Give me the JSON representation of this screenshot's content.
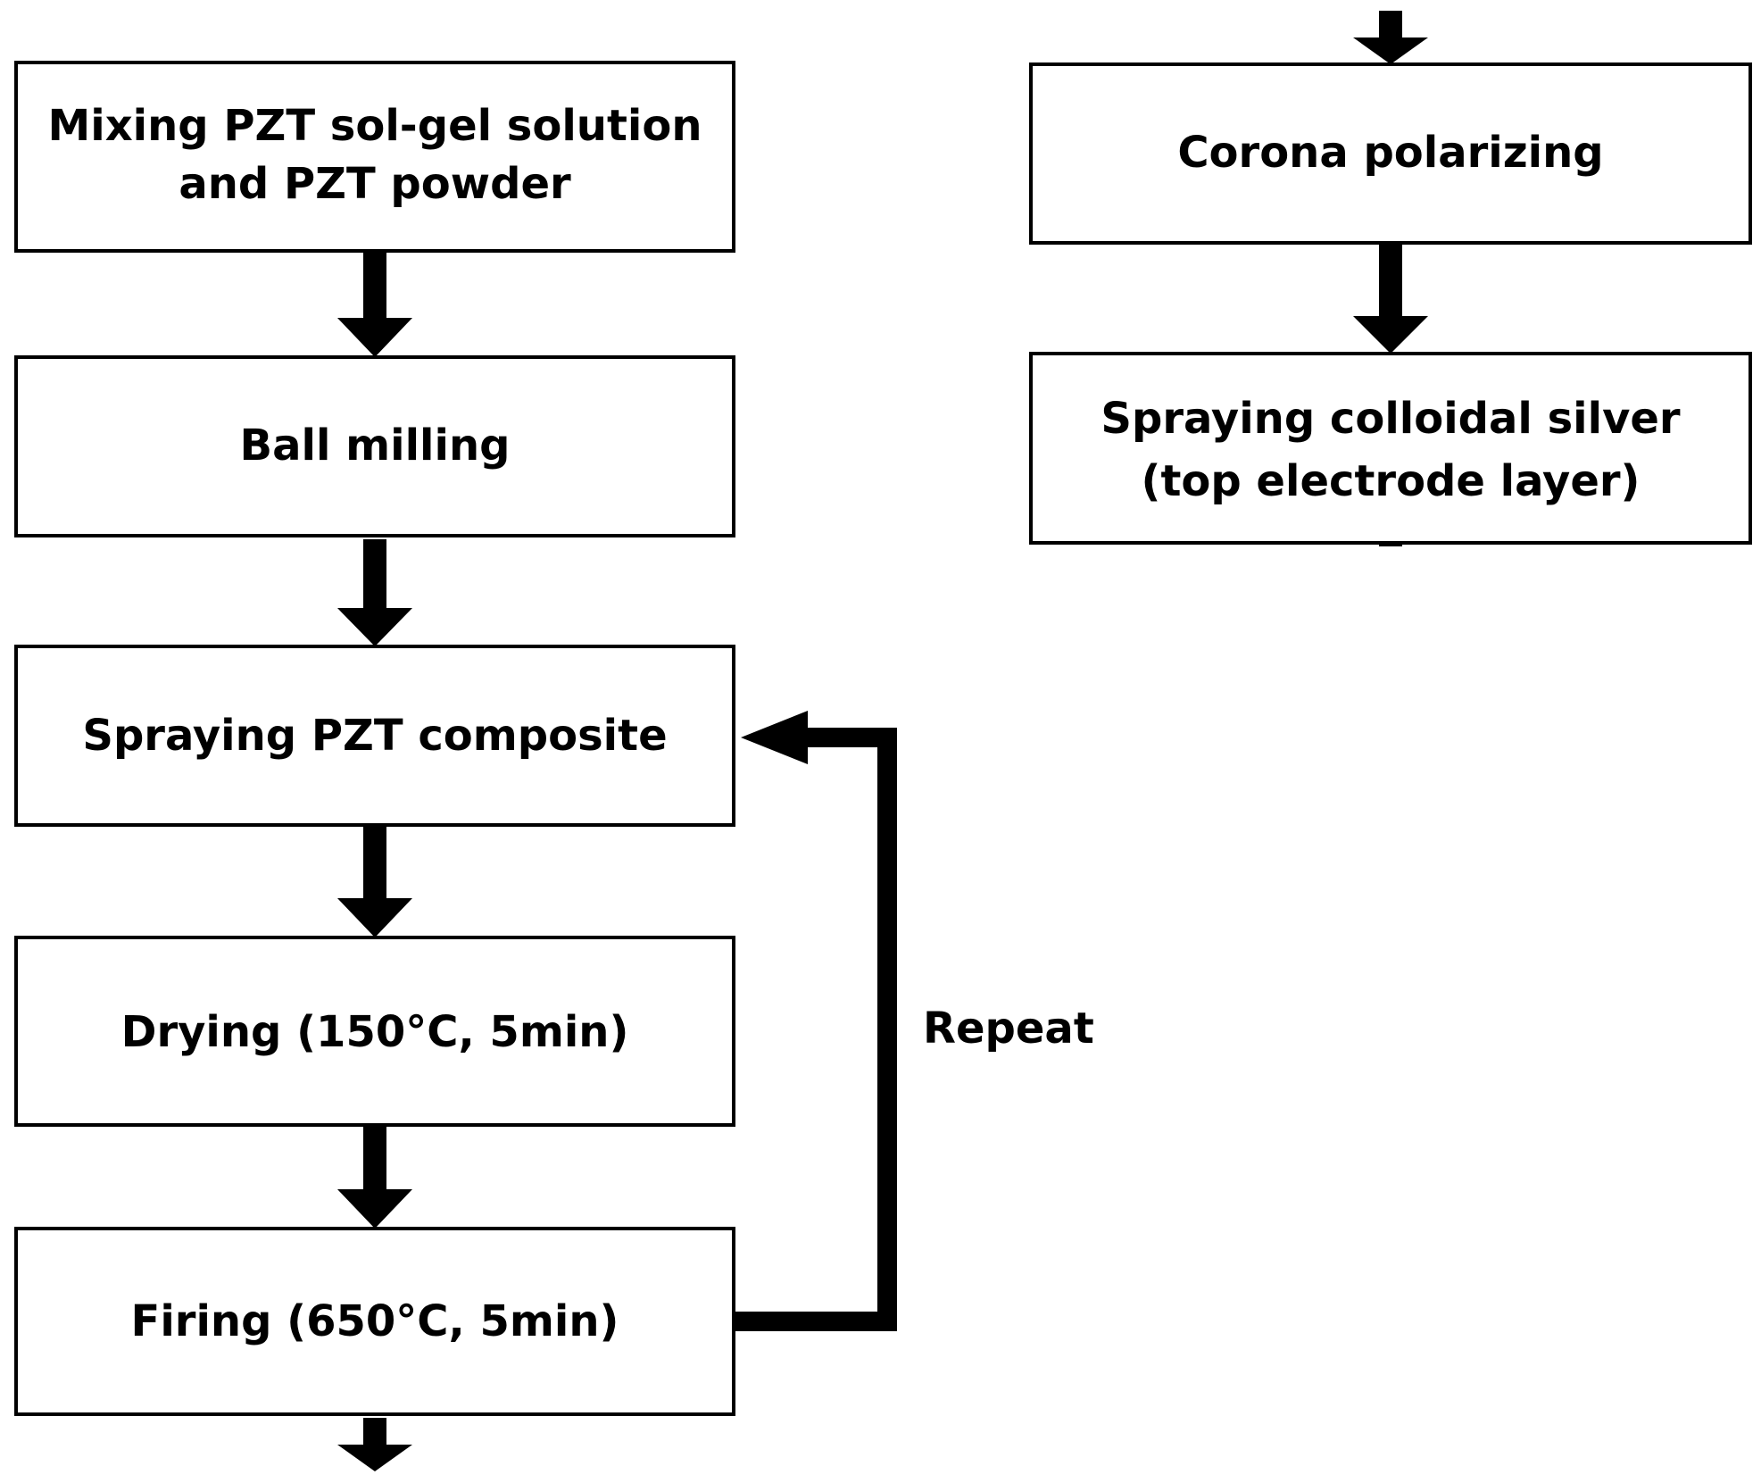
{
  "steps_left": [
    {
      "lines": [
        "Mixing PZT sol-gel solution",
        "and PZT powder"
      ]
    },
    {
      "lines": [
        "Ball milling"
      ]
    },
    {
      "lines": [
        "Spraying PZT composite"
      ]
    },
    {
      "lines": [
        "Drying (150°C, 5min)"
      ]
    },
    {
      "lines": [
        "Firing (650°C, 5min)"
      ]
    }
  ],
  "steps_right": [
    {
      "lines": [
        "Corona polarizing"
      ]
    },
    {
      "lines": [
        "Spraying colloidal silver",
        "(top electrode layer)"
      ]
    }
  ],
  "loop_label": "Repeat"
}
